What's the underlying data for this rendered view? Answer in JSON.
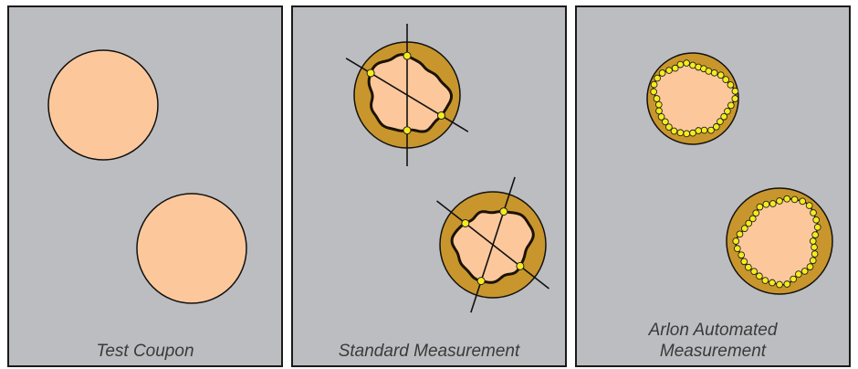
{
  "panels": [
    {
      "id": "test-coupon",
      "caption_lines": [
        "Test Coupon"
      ]
    },
    {
      "id": "standard-measurement",
      "caption_lines": [
        "Standard Measurement"
      ]
    },
    {
      "id": "arlon-automated-measurement",
      "caption_lines": [
        "Arlon Automated",
        "Measurement"
      ]
    }
  ],
  "colors": {
    "panel_fill": "#bcbdc1",
    "panel_stroke": "#1a1a1a",
    "hole_fill": "#fcc89b",
    "plating_fill": "#c8962c",
    "edge_stroke": "#111111",
    "point_fill": "#f6ec1c",
    "measure_line": "#111111"
  },
  "markers": {
    "standard_points_per_hole": 4,
    "automated_points_per_hole": 36
  }
}
